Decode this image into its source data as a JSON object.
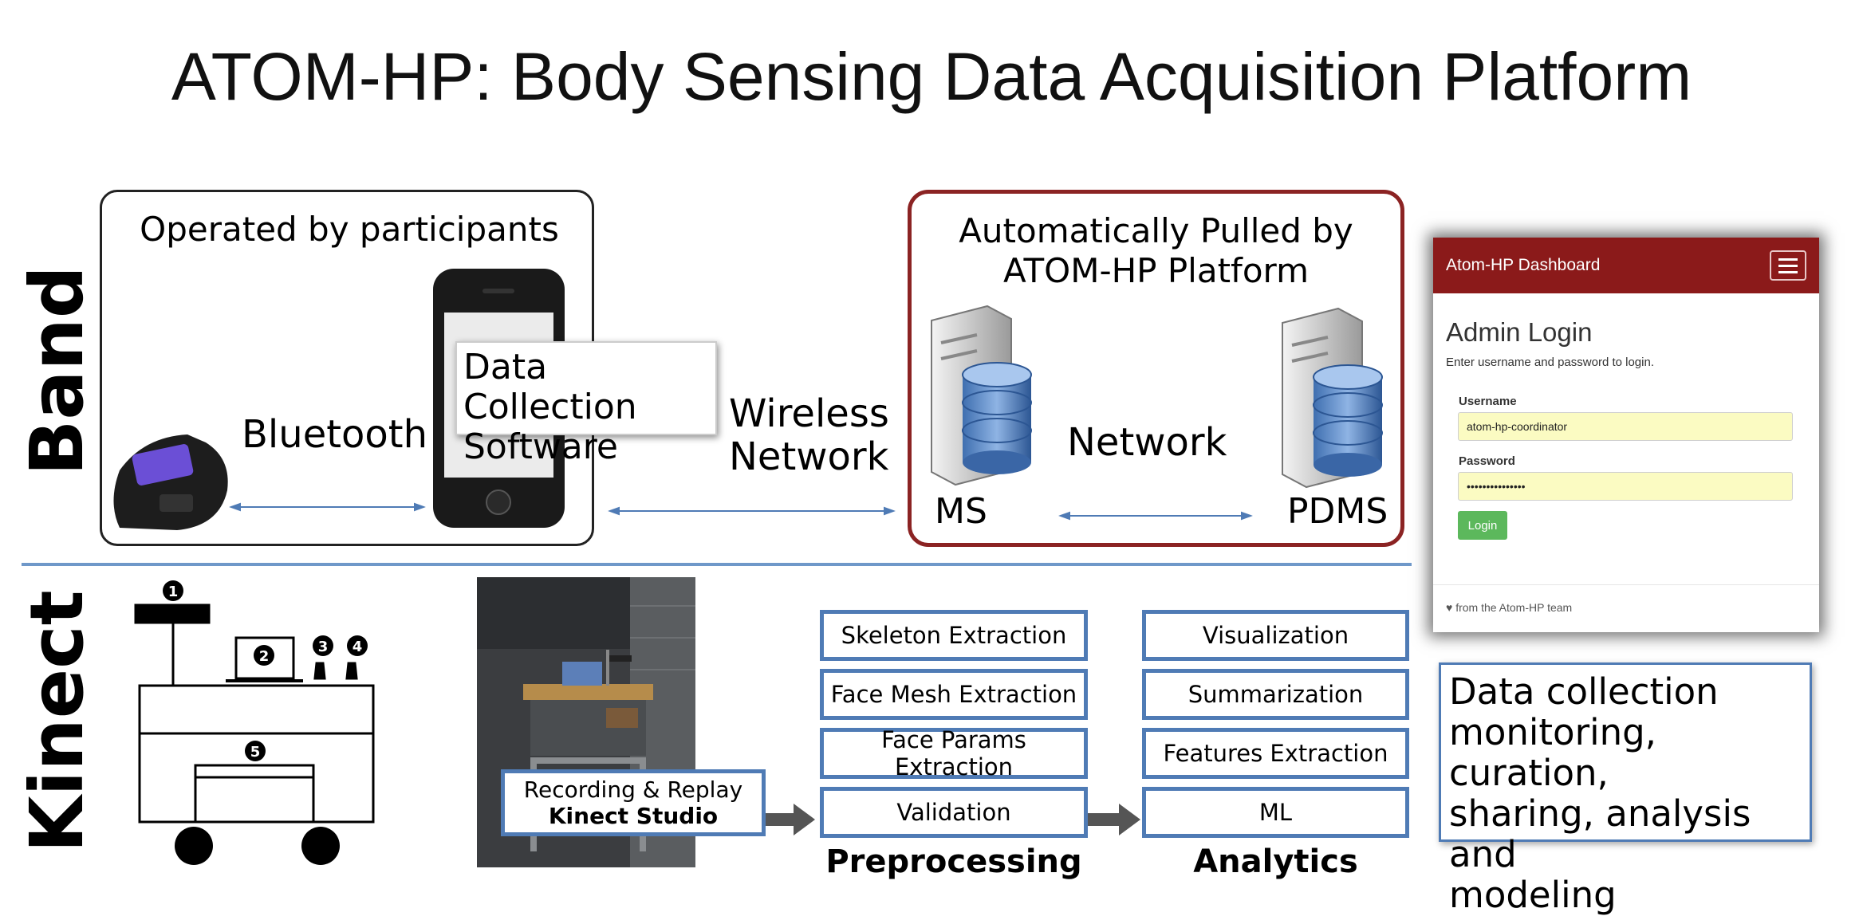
{
  "title": "ATOM-HP: Body Sensing Data Acquisition Platform",
  "band": {
    "side_label": "Band",
    "participants_heading": "Operated by participants",
    "bluetooth_label": "Bluetooth",
    "software_callout": [
      "Data Collection",
      "Software"
    ],
    "wireless_label": [
      "Wireless",
      "Network"
    ],
    "platform_heading": [
      "Automatically Pulled by",
      "ATOM-HP Platform"
    ],
    "network_label": "Network",
    "ms_label": "MS",
    "pdms_label": "PDMS"
  },
  "kinect": {
    "side_label": "Kinect",
    "markers": [
      "1",
      "2",
      "3",
      "4",
      "5"
    ],
    "recording_line1": "Recording & Replay",
    "recording_line2": "Kinect Studio",
    "preprocessing": {
      "title": "Preprocessing",
      "items": [
        "Skeleton Extraction",
        "Face Mesh Extraction",
        "Face Params Extraction",
        "Validation"
      ]
    },
    "analytics": {
      "title": "Analytics",
      "items": [
        "Visualization",
        "Summarization",
        "Features Extraction",
        "ML"
      ]
    }
  },
  "dashboard": {
    "brand": "Atom-HP Dashboard",
    "heading": "Admin Login",
    "instructions": "Enter username and password to login.",
    "username_label": "Username",
    "username_value": "atom-hp-coordinator",
    "password_label": "Password",
    "password_value": "•••••••••••••••",
    "login_button": "Login",
    "footer_icon": "heart-icon",
    "footer": "♥ from the Atom-HP team"
  },
  "summary_box": [
    "Data collection",
    "monitoring, curation,",
    "sharing, analysis and",
    "modeling"
  ],
  "colors": {
    "red_border": "#8b2323",
    "blue_border": "#4f7bb5",
    "divider": "#6f98c9",
    "dash_bar": "#8b1a1a"
  }
}
